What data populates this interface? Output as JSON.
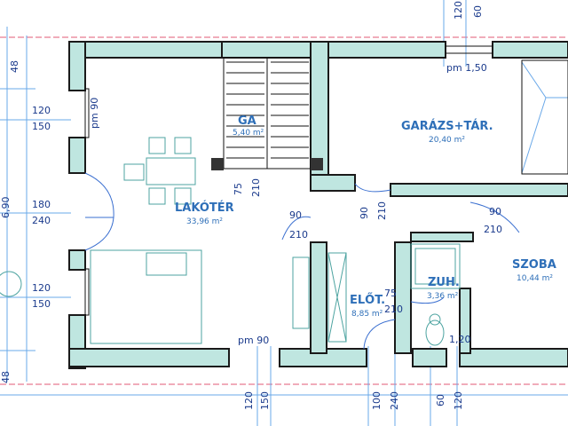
{
  "rooms": {
    "lakoter": {
      "name": "LAKÓTÉR",
      "area": "33,96 m²"
    },
    "ga": {
      "name": "GA",
      "area": "5,40 m²"
    },
    "garazs": {
      "name": "GARÁZS+TÁR.",
      "area": "20,40 m²"
    },
    "szoba": {
      "name": "SZOBA",
      "area": "10,44 m²"
    },
    "zuh": {
      "name": "ZUH.",
      "area": "3,36 m²"
    },
    "eloter": {
      "name": "ELŐT.",
      "area": "8,85 m²"
    }
  },
  "dimensions": {
    "top_120": "120",
    "top_60": "60",
    "left_48a": "48",
    "left_120a": "120",
    "left_150a": "150",
    "left_690": "6,90",
    "left_180": "180",
    "left_240": "240",
    "left_120b": "120",
    "left_150b": "150",
    "left_48b": "48",
    "pm90_a": "pm 90",
    "pm150": "pm 1,50",
    "pm90_b": "pm 90",
    "d75_a": "75",
    "d210_a": "210",
    "d90_a": "90",
    "d210_b": "210",
    "d90_b": "90",
    "d210_c": "210",
    "d90_c": "90",
    "d210_d": "210",
    "d75_b": "75",
    "d210_e": "210",
    "d120_c": "1,20",
    "bot_120": "120",
    "bot_150": "150",
    "bot_100": "100",
    "bot_240": "240",
    "bot_60": "60",
    "bot_120b": "120"
  },
  "colors": {
    "wall_fill": "#bfe6e0",
    "wall_stroke": "#1a1a1a",
    "room_label": "#2e6fb8",
    "dimension_text": "#1a3a8c",
    "furniture": "#4ca3a0",
    "axis_line": "#e05a74"
  }
}
